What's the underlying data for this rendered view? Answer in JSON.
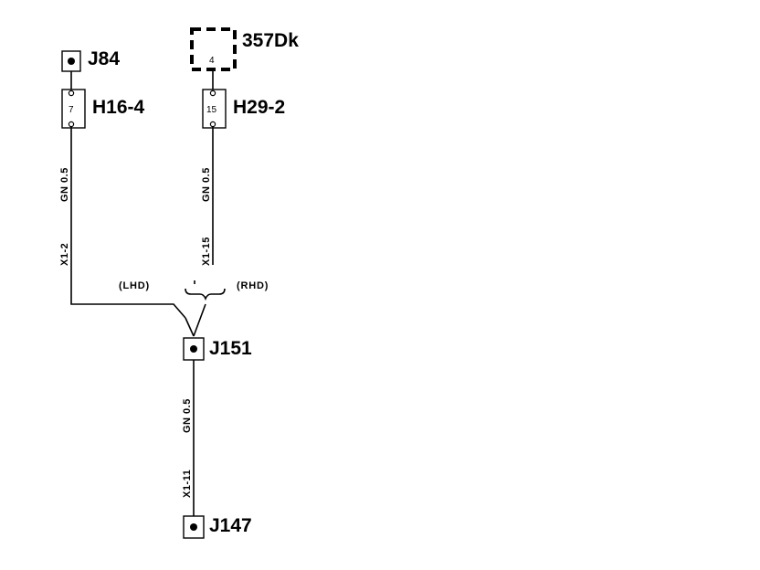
{
  "connectors": {
    "j84": "J84",
    "h16": "H16-4",
    "h16_pin": "7",
    "c357": "357Dk",
    "c357_pin": "4",
    "h29": "H29-2",
    "h29_pin": "15",
    "j151": "J151",
    "j147": "J147"
  },
  "wires": {
    "left_spec": "GN 0.5",
    "left_term": "X1-2",
    "right_spec": "GN 0.5",
    "right_term": "X1-15",
    "bottom_spec": "GN 0.5",
    "bottom_term": "X1-11"
  },
  "options": {
    "lhd": "(LHD)",
    "rhd": "(RHD)"
  }
}
